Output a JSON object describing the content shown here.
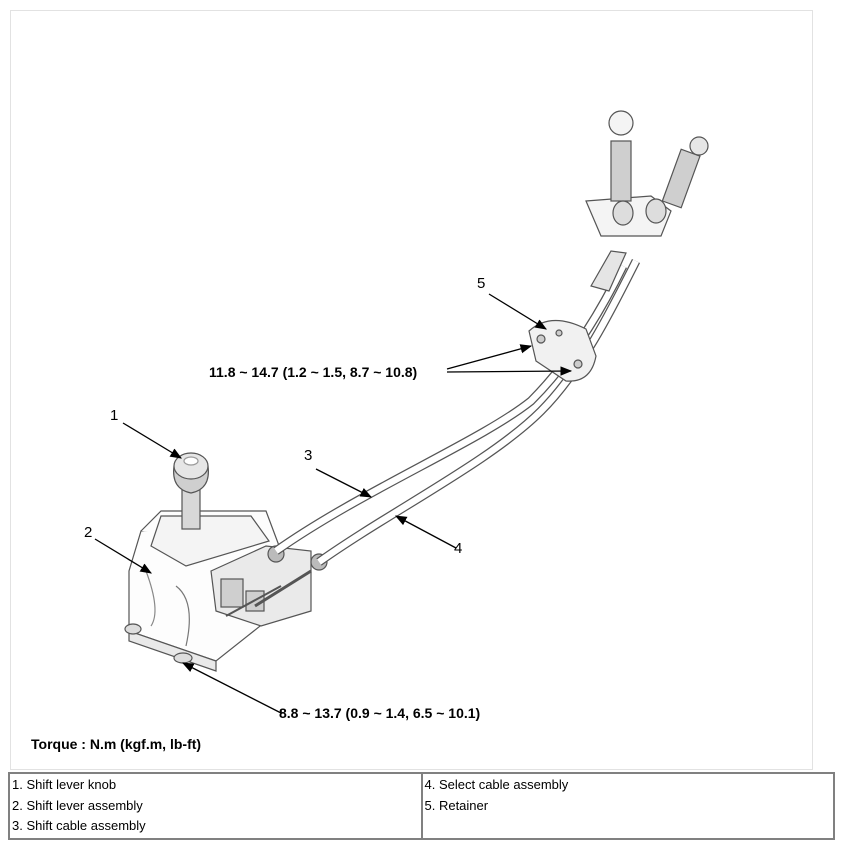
{
  "callouts": {
    "c1": "1",
    "c2": "2",
    "c3": "3",
    "c4": "4",
    "c5": "5"
  },
  "torque_specs": {
    "retainer": "11.8 ~ 14.7 (1.2 ~ 1.5, 8.7 ~ 10.8)",
    "base": "8.8 ~ 13.7 (0.9 ~ 1.4, 6.5 ~ 10.1)",
    "note": "Torque : N.m (kgf.m, lb-ft)"
  },
  "legend": {
    "left": [
      "1. Shift lever knob",
      "2. Shift lever assembly",
      "3. Shift cable assembly"
    ],
    "right": [
      "4. Select cable assembly",
      "5. Retainer"
    ]
  }
}
